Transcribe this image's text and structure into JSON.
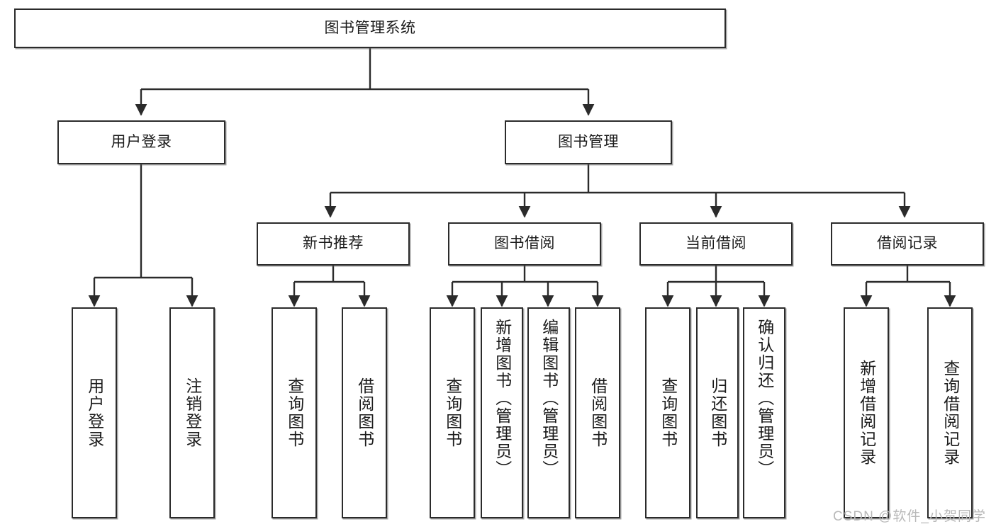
{
  "diagram": {
    "type": "tree",
    "title": "图书管理系统",
    "watermark": "CSDN @软件_小贺同学",
    "style": {
      "box_fill": "#ffffff",
      "box_stroke": "#2b2b2b",
      "connector_color": "#2b2b2b",
      "text_color": "#1b1b1b",
      "watermark_color": "#b9b9b9",
      "background": "#ffffff"
    },
    "levels": {
      "root": {
        "label": "图书管理系统"
      },
      "level2": [
        {
          "id": "login",
          "label": "用户登录"
        },
        {
          "id": "bookmgmt",
          "label": "图书管理"
        }
      ],
      "level3": [
        {
          "id": "recommend",
          "label": "新书推荐",
          "parent": "bookmgmt"
        },
        {
          "id": "borrow",
          "label": "图书借阅",
          "parent": "bookmgmt"
        },
        {
          "id": "current",
          "label": "当前借阅",
          "parent": "bookmgmt"
        },
        {
          "id": "records",
          "label": "借阅记录",
          "parent": "bookmgmt"
        }
      ],
      "leaves": [
        {
          "id": "leaf-1",
          "label": "用户登录",
          "parent": "login"
        },
        {
          "id": "leaf-2",
          "label": "注销登录",
          "parent": "login"
        },
        {
          "id": "leaf-3",
          "label": "查询图书",
          "parent": "recommend"
        },
        {
          "id": "leaf-4",
          "label": "借阅图书",
          "parent": "recommend"
        },
        {
          "id": "leaf-5",
          "label": "查询图书",
          "parent": "borrow"
        },
        {
          "id": "leaf-6",
          "label": "新增图书（管理员）",
          "parent": "borrow"
        },
        {
          "id": "leaf-7",
          "label": "编辑图书（管理员）",
          "parent": "borrow"
        },
        {
          "id": "leaf-8",
          "label": "借阅图书",
          "parent": "borrow"
        },
        {
          "id": "leaf-9",
          "label": "查询图书",
          "parent": "current"
        },
        {
          "id": "leaf-10",
          "label": "归还图书",
          "parent": "current"
        },
        {
          "id": "leaf-11",
          "label": "确认归还（管理员）",
          "parent": "current"
        },
        {
          "id": "leaf-12",
          "label": "新增借阅记录",
          "parent": "records"
        },
        {
          "id": "leaf-13",
          "label": "查询借阅记录",
          "parent": "records"
        }
      ]
    }
  }
}
